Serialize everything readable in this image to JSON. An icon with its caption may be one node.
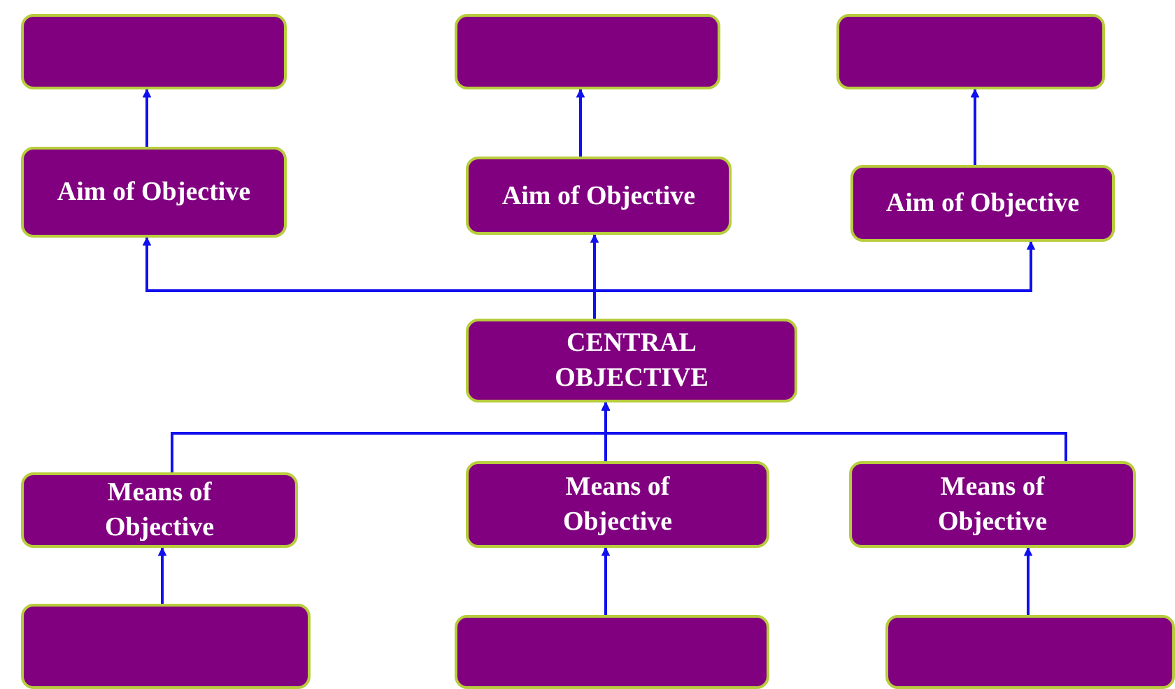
{
  "diagram": {
    "nodes": [
      {
        "text": [],
        "shape": "box"
      },
      {
        "text": [],
        "shape": "box"
      },
      {
        "text": [],
        "shape": "box"
      },
      {
        "text": [
          "Aim of Objective"
        ]
      },
      {
        "text": [
          "Aim of Objective"
        ]
      },
      {
        "text": [
          "Aim of Objective"
        ]
      },
      {
        "text": [
          "CENTRAL OBJECTIVE"
        ]
      },
      {
        "text": [
          "Means of Objective"
        ]
      },
      {
        "text": [
          "Means of Objective"
        ]
      },
      {
        "text": [
          "Means of Objective"
        ]
      },
      {
        "text": [],
        "shape": "box"
      },
      {
        "text": [],
        "shape": "box"
      },
      {
        "text": [],
        "shape": "box"
      }
    ],
    "edges": [
      {
        "from": 3,
        "to": 0,
        "arrow": "to"
      },
      {
        "from": 4,
        "to": 1,
        "arrow": "to"
      },
      {
        "from": 5,
        "to": 2,
        "arrow": "to"
      },
      {
        "from": 6,
        "to": 3,
        "arrow": "to"
      },
      {
        "from": 6,
        "to": 4,
        "arrow": "to"
      },
      {
        "from": 6,
        "to": 5,
        "arrow": "to"
      },
      {
        "from": 7,
        "to": 6,
        "arrow": "to"
      },
      {
        "from": 8,
        "to": 6,
        "arrow": "to"
      },
      {
        "from": 9,
        "to": 6,
        "arrow": "to"
      },
      {
        "from": 10,
        "to": 7,
        "arrow": "to"
      },
      {
        "from": 11,
        "to": 8,
        "arrow": "to"
      },
      {
        "from": 12,
        "to": 9,
        "arrow": "to"
      }
    ]
  }
}
